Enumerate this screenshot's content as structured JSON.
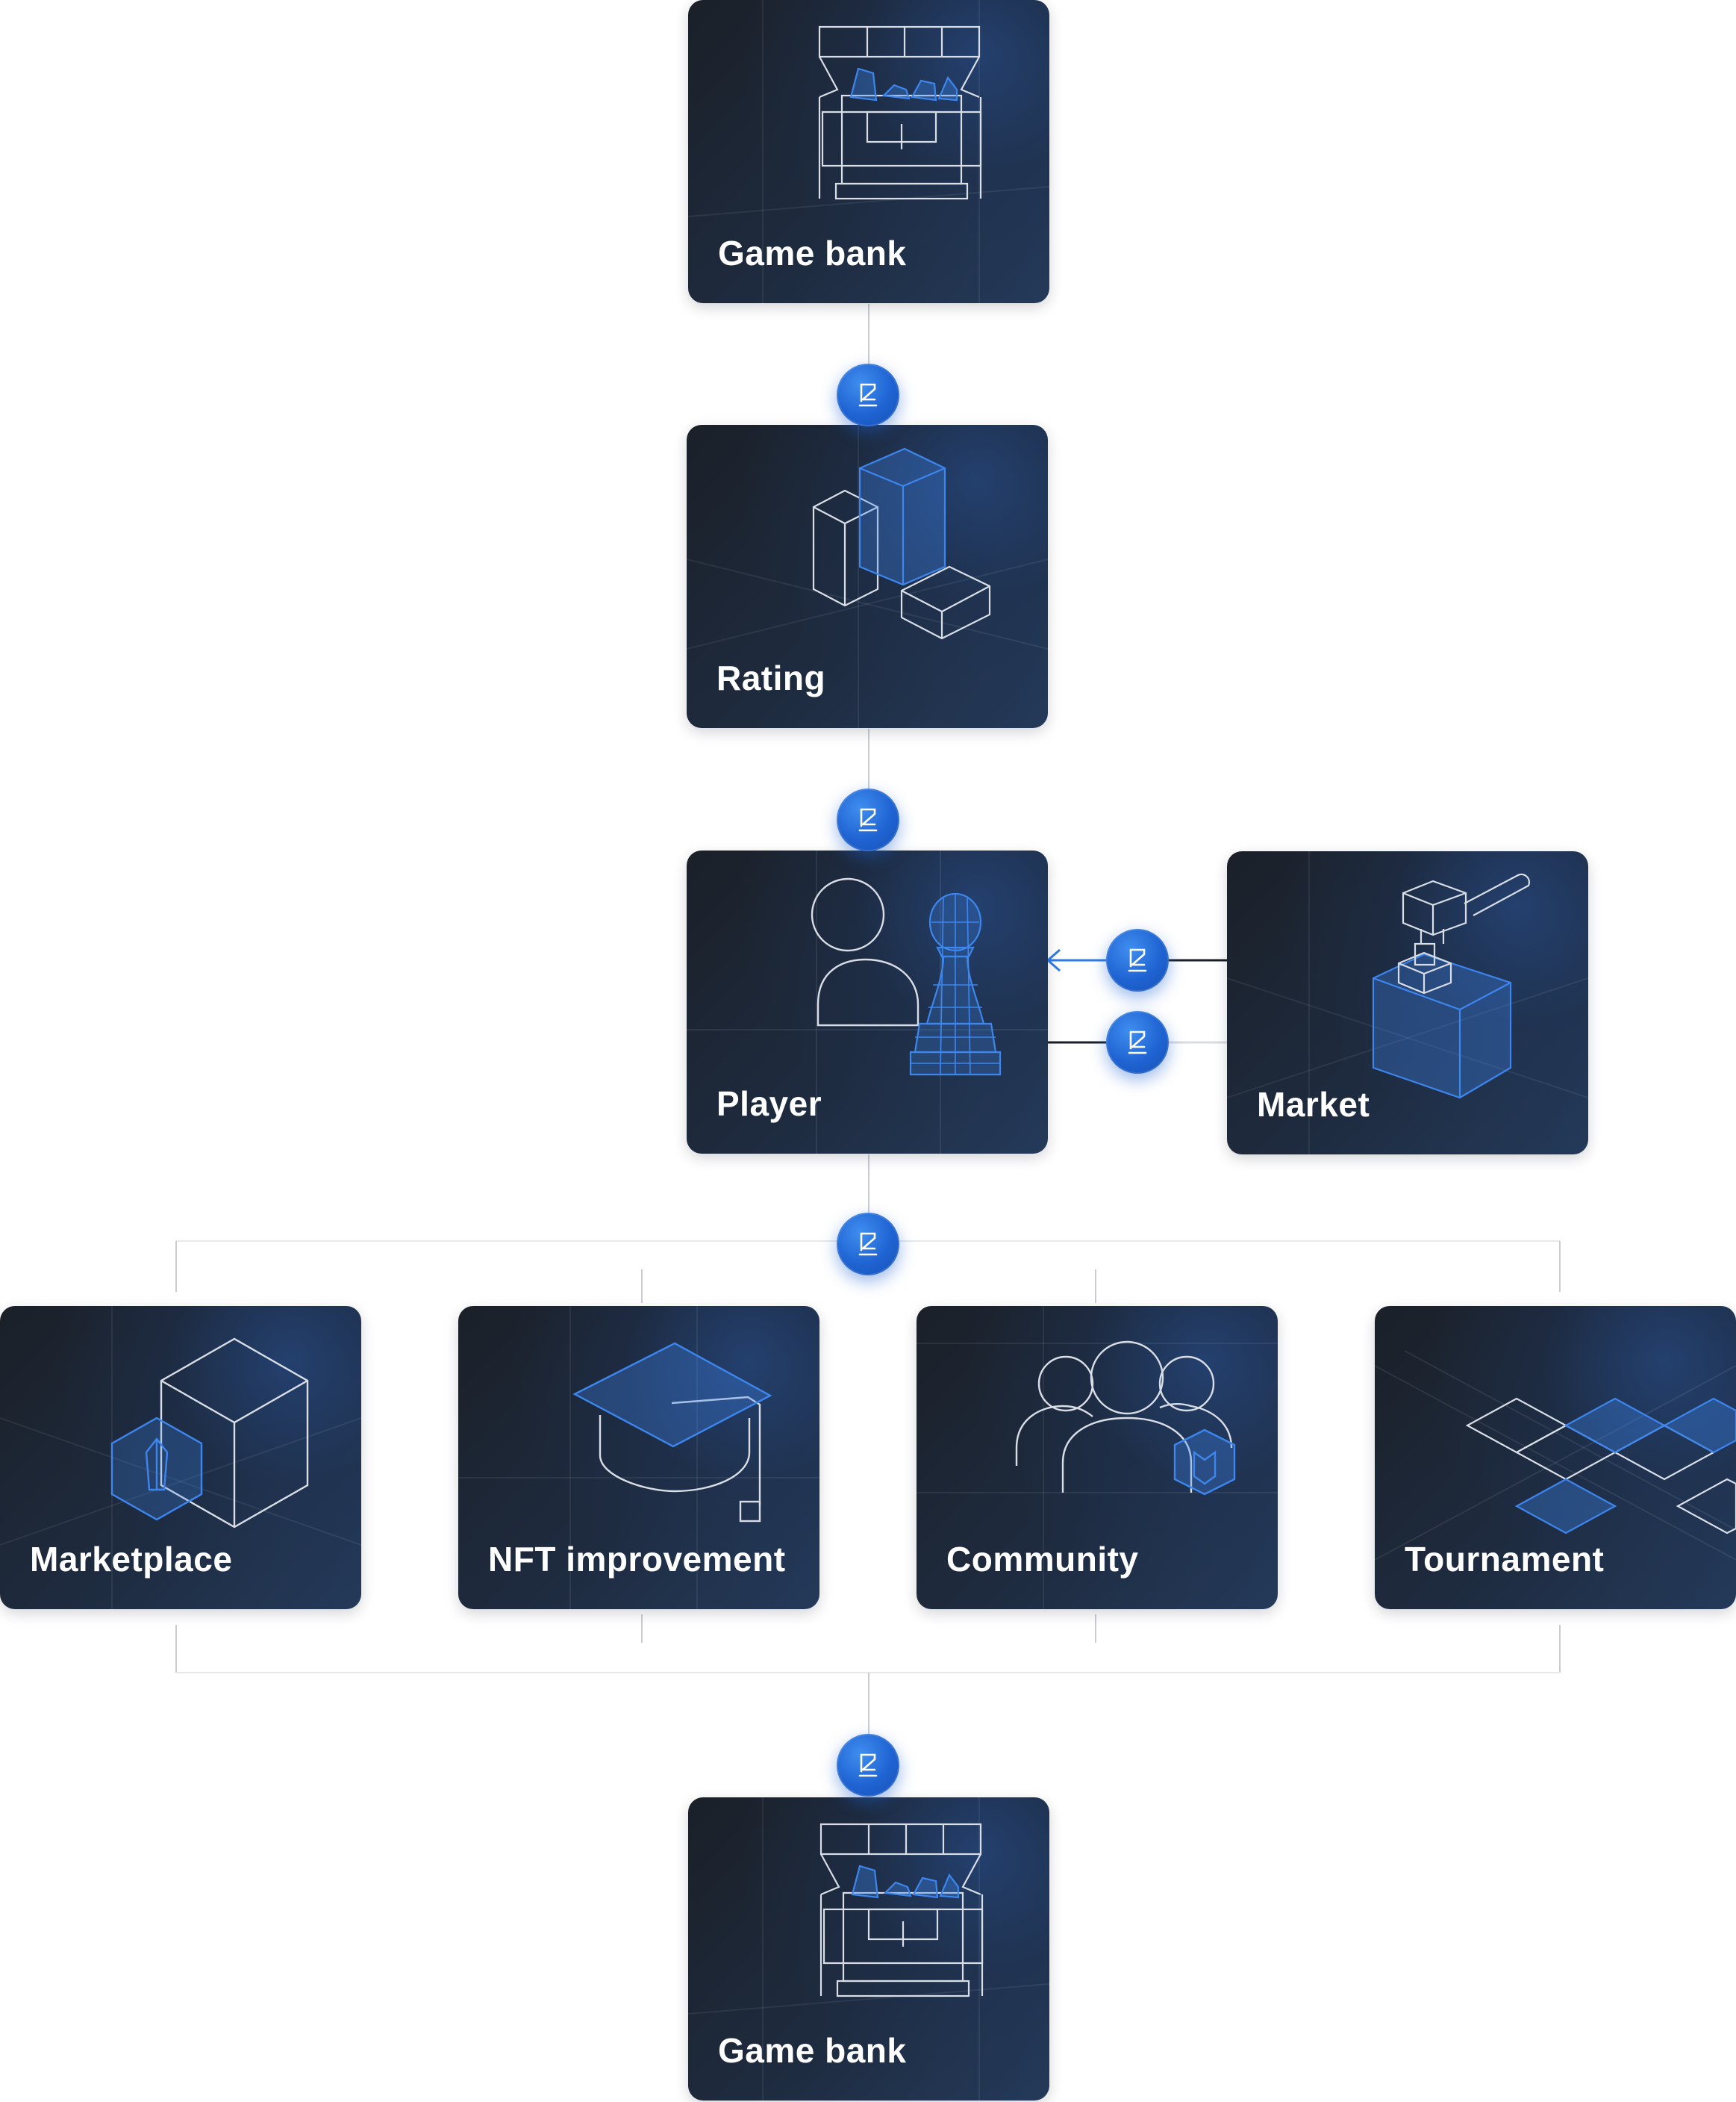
{
  "nodes": {
    "game_bank_top": {
      "label": "Game bank",
      "icon": "treasure-chest-icon"
    },
    "rating": {
      "label": "Rating",
      "icon": "bar-blocks-icon"
    },
    "player": {
      "label": "Player",
      "icon": "user-chess-pawn-icon"
    },
    "market": {
      "label": "Market",
      "icon": "gavel-hammer-icon"
    },
    "marketplace": {
      "label": "Marketplace",
      "icon": "cube-crystal-icon"
    },
    "nft_improvement": {
      "label": "NFT improvement",
      "icon": "graduation-cap-icon"
    },
    "community": {
      "label": "Community",
      "icon": "people-group-icon"
    },
    "tournament": {
      "label": "Tournament",
      "icon": "diamond-grid-icon"
    },
    "game_bank_bottom": {
      "label": "Game bank",
      "icon": "treasure-chest-icon"
    }
  },
  "token_icon": "coin-token-icon",
  "colors": {
    "card_dark": "#1b2028",
    "card_blue": "#243a5a",
    "accent": "#1f63d2",
    "accent_light": "#3f8ef0",
    "line": "#c9cdd3",
    "art_white": "#d9dee6",
    "art_blue": "#3d86ee"
  }
}
